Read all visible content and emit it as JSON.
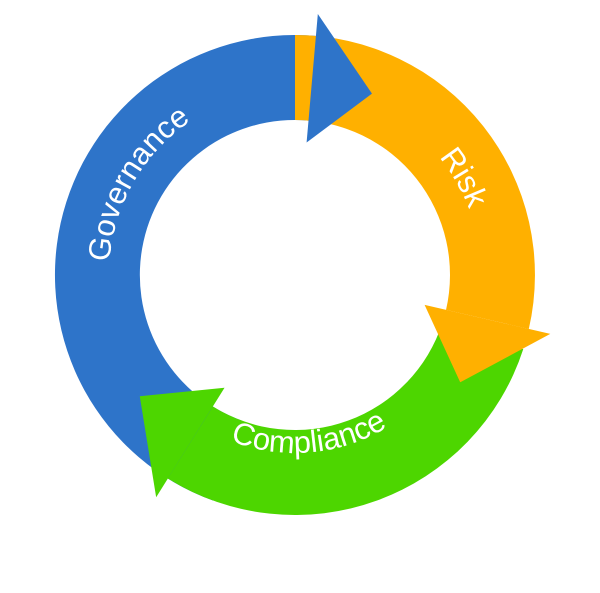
{
  "diagram": {
    "segments": [
      {
        "id": "governance",
        "label": "Governance",
        "color": "#2e74c9"
      },
      {
        "id": "risk",
        "label": "Risk",
        "color": "#ffb000"
      },
      {
        "id": "compliance",
        "label": "Compliance",
        "color": "#4dd600"
      }
    ]
  }
}
